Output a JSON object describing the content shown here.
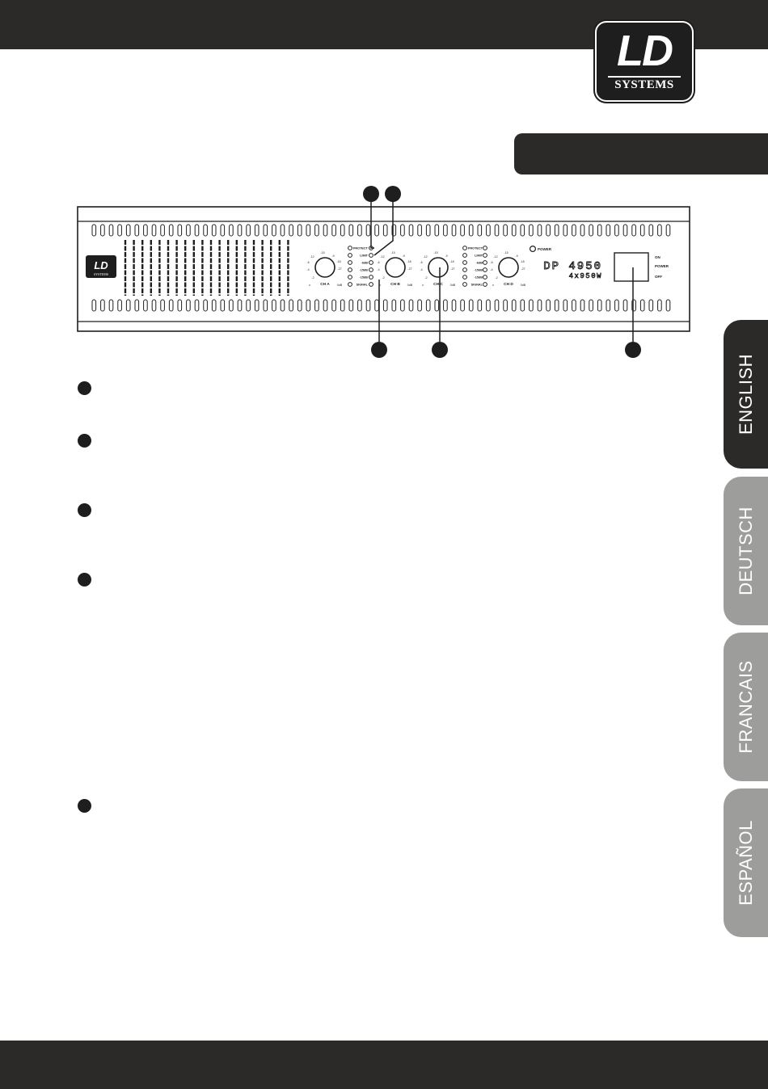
{
  "brand": {
    "logo_main": "LD",
    "logo_sub": "SYSTEMS"
  },
  "tabs": [
    {
      "label": "ENGLISH",
      "active": true
    },
    {
      "label": "DEUTSCH",
      "active": false
    },
    {
      "label": "FRANCAIS",
      "active": false
    },
    {
      "label": "ESPAÑOL",
      "active": false
    }
  ],
  "amp": {
    "panel_logo_main": "LD",
    "panel_logo_sub": "SYSTEMS",
    "model": "DP 4950",
    "power_rating": "4x950W",
    "power_led_label": "POWER",
    "led_labels": [
      "PROTECT",
      "LIMIT",
      "-6dB",
      "-15dB",
      "-15dB",
      "SIGNAL"
    ],
    "knob_scale": [
      "-12",
      "-15",
      "-9",
      "-6",
      "-18",
      "-4",
      "-27",
      "-2",
      "∞",
      "0dB"
    ],
    "channels": [
      "CH A",
      "CH B",
      "CH C",
      "CH D"
    ],
    "switch_labels": [
      "ON",
      "POWER",
      "OFF"
    ]
  },
  "colors": {
    "dark": "#2b2a29",
    "tab_inactive": "#9d9d9c"
  }
}
